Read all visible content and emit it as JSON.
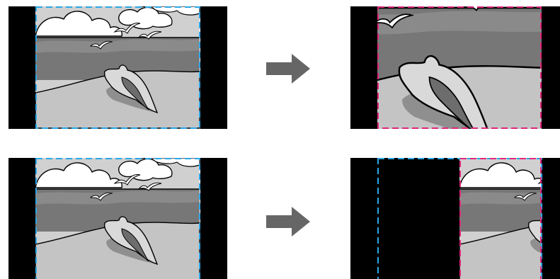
{
  "diagram": {
    "description_visible_text": "",
    "colors": {
      "letterbox": "#000000",
      "source_frame_border": "#2aa7e6",
      "result_frame_border": "#e0267a",
      "arrow": "#666666",
      "sky": "#d0d0d0",
      "sea": "#777777",
      "sea_band": "#8a8a8a",
      "sand": "#c4c4c4",
      "cloud": "#ffffff",
      "shell_light": "#d9d9d9",
      "shell_dark": "#6d6d6d",
      "outline": "#000000"
    },
    "rows": [
      {
        "source": {
          "icon": "beach-scene-icon",
          "frame": "source-frame"
        },
        "arrow": {
          "icon": "right-arrow-icon"
        },
        "result": {
          "icon": "zoomed-beach-scene-icon",
          "frame": "result-frame",
          "effect": "zoom-in"
        }
      },
      {
        "source": {
          "icon": "beach-scene-icon",
          "frame": "source-frame"
        },
        "arrow": {
          "icon": "right-arrow-icon"
        },
        "result": {
          "icon": "shifted-beach-scene-icon",
          "frame": "result-frame",
          "effect": "shift-right"
        }
      }
    ]
  }
}
